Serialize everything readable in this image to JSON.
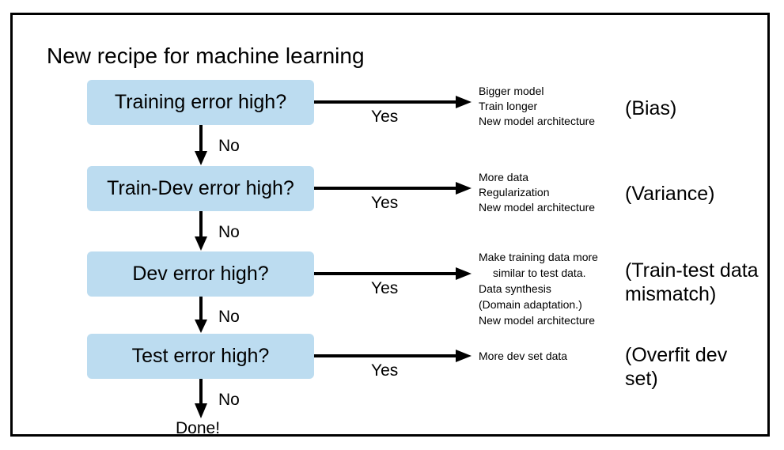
{
  "title": "New recipe for machine learning",
  "steps": [
    {
      "question": "Training error high?",
      "yes_label": "Yes",
      "no_label": "No",
      "actions": [
        "Bigger model",
        "Train longer",
        "New model architecture"
      ],
      "category": "(Bias)"
    },
    {
      "question": "Train-Dev error high?",
      "yes_label": "Yes",
      "no_label": "No",
      "actions": [
        "More data",
        "Regularization",
        "New model architecture"
      ],
      "category": "(Variance)"
    },
    {
      "question": "Dev error high?",
      "yes_label": "Yes",
      "no_label": "No",
      "actions": [
        "Make training data more",
        "similar to test data.",
        "Data synthesis",
        "(Domain adaptation.)",
        "New model architecture"
      ],
      "category_lines": [
        "(Train-test data",
        "mismatch)"
      ]
    },
    {
      "question": "Test error high?",
      "yes_label": "Yes",
      "no_label": "No",
      "actions": [
        "More dev set data"
      ],
      "category_lines": [
        "(Overfit dev",
        "set)"
      ]
    }
  ],
  "done_label": "Done!"
}
